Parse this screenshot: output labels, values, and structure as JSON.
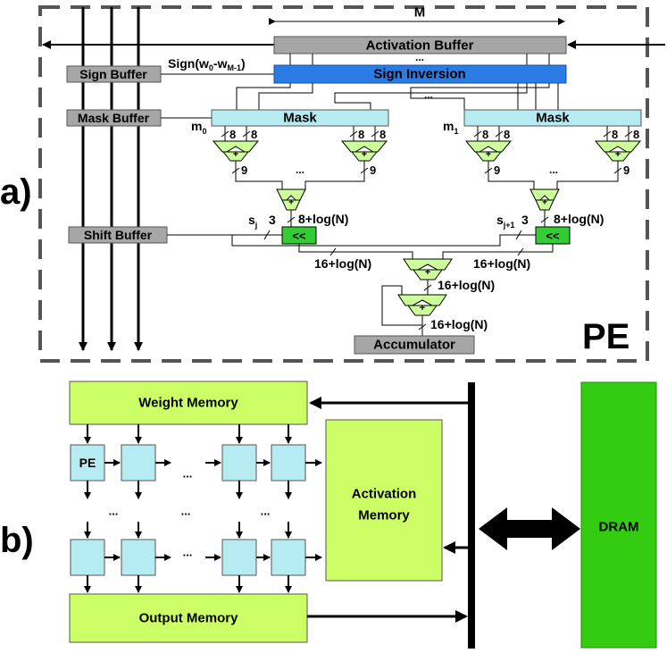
{
  "panels": {
    "a_label": "a)",
    "b_label": "b)",
    "pe_label": "PE"
  },
  "part_a": {
    "width_label": "M",
    "activation_buffer": "Activation Buffer",
    "sign_buffer": "Sign Buffer",
    "sign_inversion": "Sign Inversion",
    "sign_label": "Sign(w",
    "sign_sub0": "0",
    "sign_mid": "-w",
    "sign_sub1": "M-1",
    "sign_close": ")",
    "mask_buffer": "Mask Buffer",
    "mask_label": "Mask",
    "m0": "m",
    "m0_sub": "0",
    "m1": "m",
    "m1_sub": "1",
    "ellipsis": "...",
    "plus": "+",
    "bit8": "8",
    "bit9": "9",
    "shift_buffer": "Shift Buffer",
    "s_j": "s",
    "s_j_sub": "j",
    "s_j1": "s",
    "s_j1_sub": "j+1",
    "three": "3",
    "shift_op": "<<",
    "w_8log": "8+log(N)",
    "w_16log": "16+log(N)",
    "accumulator": "Accumulator"
  },
  "part_b": {
    "weight_memory": "Weight Memory",
    "pe": "PE",
    "activation_memory_line1": "Activation",
    "activation_memory_line2": "Memory",
    "output_memory": "Output Memory",
    "dram": "DRAM",
    "ellipsis": "..."
  },
  "colors": {
    "gray_block": "#a6a6a6",
    "blue_block": "#2a7be4",
    "mask_block": "#b7ebf2",
    "adder": "#ccff99",
    "shifter": "#33cc33",
    "memory": "#ccff66",
    "dram": "#33cc11",
    "pe_cell": "#b7ebf2",
    "dash_border": "#555555"
  }
}
